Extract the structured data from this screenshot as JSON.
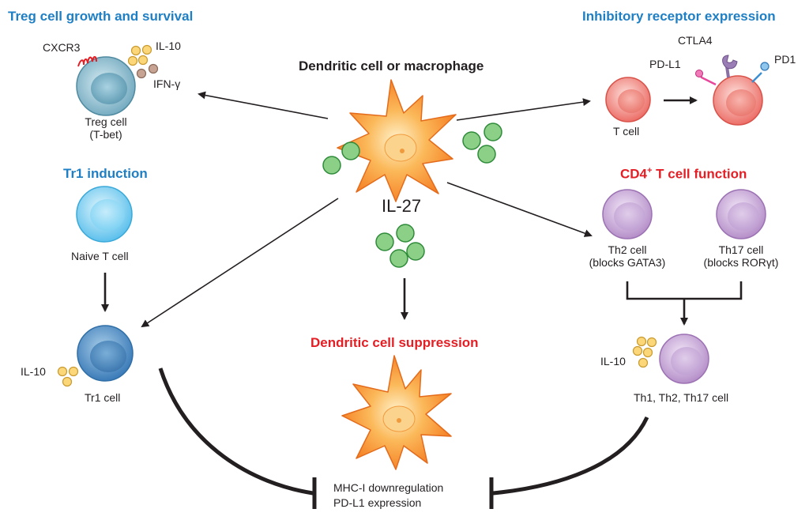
{
  "center": {
    "title": "Dendritic cell or macrophage",
    "cytokine": "IL-27"
  },
  "treg": {
    "title": "Treg cell growth and survival",
    "receptor": "CXCR3",
    "cytokine_1": "IL-10",
    "cytokine_2": "IFN-γ",
    "cell_line1": "Treg cell",
    "cell_line2": "(T-bet)"
  },
  "tr1": {
    "title": "Tr1 induction",
    "naive_label": "Naive T cell",
    "tr1_label": "Tr1 cell",
    "il10_label": "IL-10"
  },
  "inhibitory": {
    "title": "Inhibitory receptor expression",
    "t_cell_label": "T cell",
    "ctla4": "CTLA4",
    "pdl1": "PD-L1",
    "pd1": "PD1"
  },
  "cd4": {
    "title_main": "CD4",
    "title_sup": "+",
    "title_rest": " T cell function",
    "th2_line1": "Th2 cell",
    "th2_line2": "(blocks GATA3)",
    "th17_line1": "Th17 cell",
    "th17_line2": "(blocks RORγt)",
    "il10_label": "IL-10",
    "combined_label": "Th1, Th2, Th17 cell"
  },
  "dc_suppression": {
    "title": "Dendritic cell suppression",
    "outcome_line1": "MHC-I downregulation",
    "outcome_line2": "PD-L1 expression"
  },
  "colors": {
    "blue_title": "#1f7fc4",
    "red_title": "#e31e24",
    "il27_green": "#7cc576",
    "il10_yellow": "#f6c85f",
    "dc_orange": "#f7941d",
    "t_cell_red": "#f08a84",
    "th_purple": "#c5a3d6",
    "treg_teal": "#7fb3c8",
    "naive_blue": "#7fcdf0",
    "tr1_blue": "#4f8fc6"
  }
}
